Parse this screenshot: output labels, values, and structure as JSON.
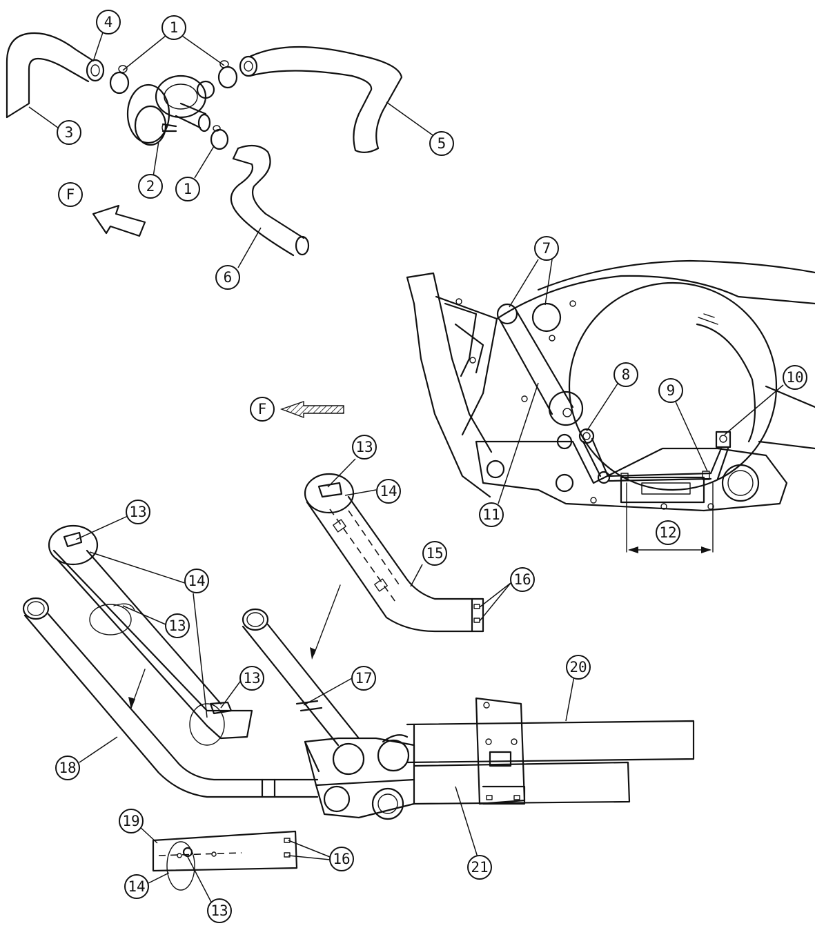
{
  "callouts": [
    {
      "id": "c1a",
      "label": "1"
    },
    {
      "id": "c1b",
      "label": "1"
    },
    {
      "id": "c2",
      "label": "2"
    },
    {
      "id": "c3",
      "label": "3"
    },
    {
      "id": "c4",
      "label": "4"
    },
    {
      "id": "c5",
      "label": "5"
    },
    {
      "id": "c6",
      "label": "6"
    },
    {
      "id": "cF1",
      "label": "F"
    },
    {
      "id": "c7",
      "label": "7"
    },
    {
      "id": "c8",
      "label": "8"
    },
    {
      "id": "c9",
      "label": "9"
    },
    {
      "id": "c10",
      "label": "10"
    },
    {
      "id": "c11",
      "label": "11"
    },
    {
      "id": "c12",
      "label": "12"
    },
    {
      "id": "cF2",
      "label": "F"
    },
    {
      "id": "c13a",
      "label": "13"
    },
    {
      "id": "c14a",
      "label": "14"
    },
    {
      "id": "c15",
      "label": "15"
    },
    {
      "id": "c16a",
      "label": "16"
    },
    {
      "id": "c13b",
      "label": "13"
    },
    {
      "id": "c14b",
      "label": "14"
    },
    {
      "id": "c13c",
      "label": "13"
    },
    {
      "id": "c13d",
      "label": "13"
    },
    {
      "id": "c17",
      "label": "17"
    },
    {
      "id": "c18",
      "label": "18"
    },
    {
      "id": "c19",
      "label": "19"
    },
    {
      "id": "c16b",
      "label": "16"
    },
    {
      "id": "c14c",
      "label": "14"
    },
    {
      "id": "c13e",
      "label": "13"
    },
    {
      "id": "c20",
      "label": "20"
    },
    {
      "id": "c21",
      "label": "21"
    }
  ]
}
